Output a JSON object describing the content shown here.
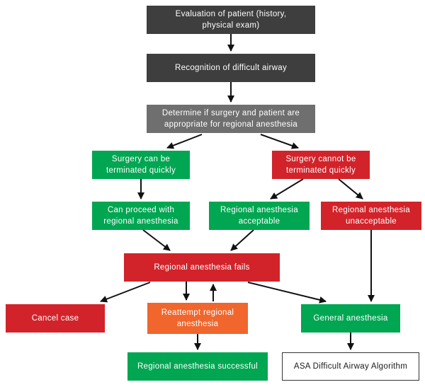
{
  "diagram": {
    "type": "flowchart",
    "nodes": {
      "evaluation": "Evaluation of patient (history, physical exam)",
      "recognition": "Recognition of difficult airway",
      "determine": "Determine if surgery and patient are appropriate for regional anesthesia",
      "can_terminate": "Surgery can be terminated quickly",
      "cannot_terminate": "Surgery cannot be terminated quickly",
      "proceed": "Can proceed with regional anesthesia",
      "acceptable": "Regional anesthesia acceptable",
      "unacceptable": "Regional anesthesia unacceptable",
      "fails": "Regional anesthesia fails",
      "cancel": "Cancel case",
      "reattempt": "Reattempt regional anesthesia",
      "general": "General anesthesia",
      "successful": "Regional anesthesia successful",
      "asa": "ASA Difficult Airway Algorithm"
    },
    "colors": {
      "dark_gray": "#3e3e3e",
      "medium_gray": "#6f6f6f",
      "green": "#00a651",
      "red": "#d2232a",
      "orange": "#f0662c",
      "arrow": "#111111",
      "outline_text": "#1a1a1a"
    }
  }
}
